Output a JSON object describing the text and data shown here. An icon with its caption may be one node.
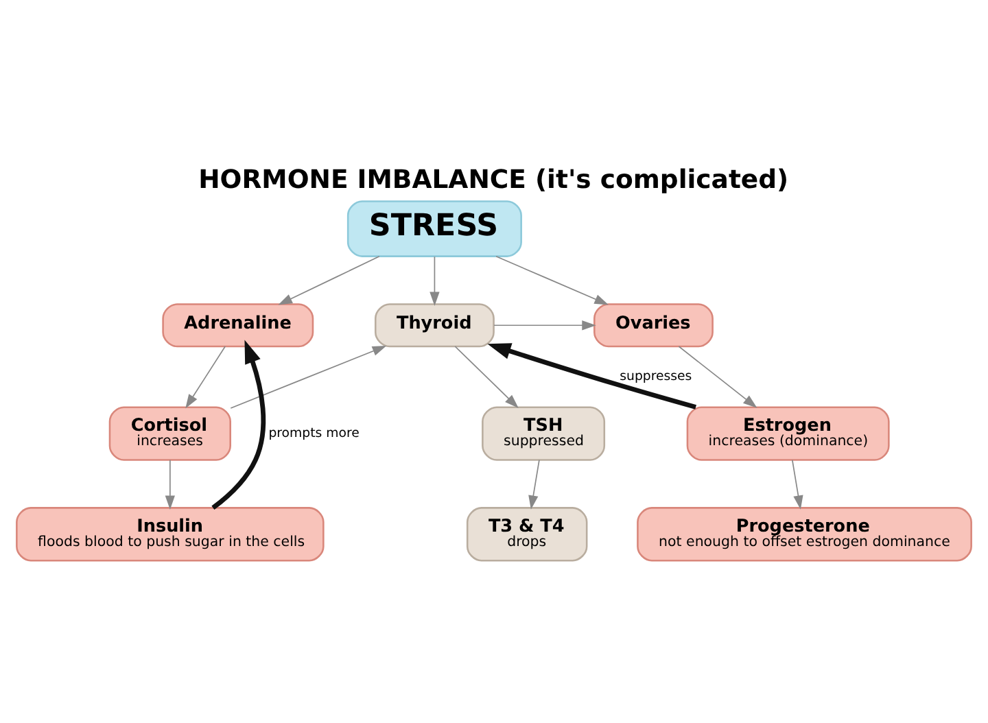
{
  "diagram": {
    "title": "HORMONE IMBALANCE (it's complicated)",
    "nodes": [
      {
        "text": [
          "STRESS"
        ]
      },
      {
        "text": [
          "Adrenaline"
        ]
      },
      {
        "text": [
          "Thyroid"
        ]
      },
      {
        "text": [
          "Ovaries"
        ]
      },
      {
        "text": [
          "Cortisol",
          "increases"
        ]
      },
      {
        "text": [
          "TSH",
          "suppressed"
        ]
      },
      {
        "text": [
          "Estrogen",
          "increases (dominance)"
        ]
      },
      {
        "text": [
          "Insulin",
          "floods blood to push sugar in the cells"
        ]
      },
      {
        "text": [
          "T3 & T4",
          "drops"
        ]
      },
      {
        "text": [
          "Progesterone",
          "not enough to offset estrogen dominance"
        ]
      }
    ],
    "edges": [
      {
        "from": 0,
        "to": 1,
        "arrow": "to"
      },
      {
        "from": 0,
        "to": 2,
        "arrow": "to"
      },
      {
        "from": 0,
        "to": 3,
        "arrow": "to"
      },
      {
        "from": 1,
        "to": 4,
        "arrow": "to"
      },
      {
        "from": 4,
        "to": 2,
        "arrow": "to"
      },
      {
        "from": 2,
        "to": 3,
        "arrow": "to"
      },
      {
        "from": 2,
        "to": 5,
        "arrow": "to"
      },
      {
        "from": 3,
        "to": 6,
        "arrow": "to"
      },
      {
        "from": 6,
        "to": 2,
        "arrow": "to",
        "label": "suppresses",
        "style": "thick",
        "color": "#111111"
      },
      {
        "from": 4,
        "to": 7,
        "arrow": "to"
      },
      {
        "from": 7,
        "to": 1,
        "arrow": "to",
        "label": "prompts more",
        "style": "thick",
        "color": "#111111"
      },
      {
        "from": 5,
        "to": 8,
        "arrow": "to"
      },
      {
        "from": 6,
        "to": 9,
        "arrow": "to"
      }
    ]
  }
}
